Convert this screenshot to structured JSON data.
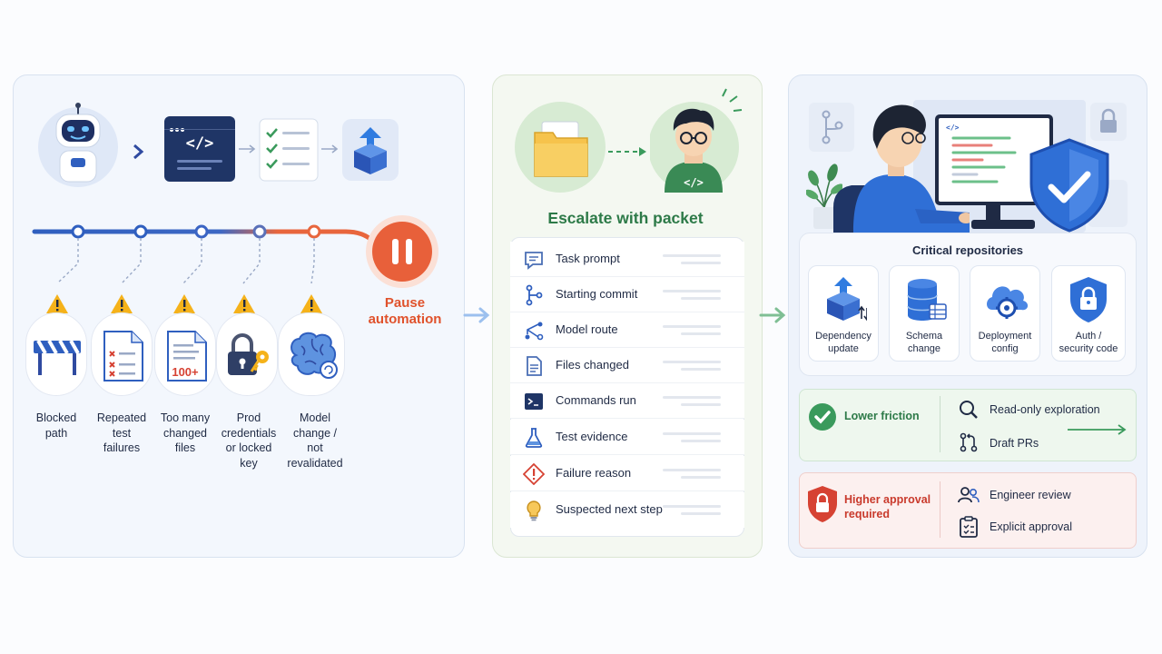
{
  "left_panel": {
    "triggers": [
      {
        "label_lines": [
          "Blocked",
          "path"
        ]
      },
      {
        "label_lines": [
          "Repeated",
          "test",
          "failures"
        ]
      },
      {
        "label_lines": [
          "Too many",
          "changed",
          "files"
        ],
        "badge": "100+"
      },
      {
        "label_lines": [
          "Prod",
          "credentials",
          "or locked",
          "key"
        ]
      },
      {
        "label_lines": [
          "Model",
          "change /",
          "not",
          "revalidated"
        ]
      }
    ],
    "pause_label_lines": [
      "Pause",
      "automation"
    ],
    "code_icon_text": "</>"
  },
  "middle_panel": {
    "title": "Escalate with packet",
    "code_icon_text": "</>",
    "checklist": [
      {
        "label": "Task prompt",
        "icon": "chat-icon"
      },
      {
        "label": "Starting commit",
        "icon": "commit-icon"
      },
      {
        "label": "Model route",
        "icon": "route-icon"
      },
      {
        "label": "Files changed",
        "icon": "file-icon"
      },
      {
        "label": "Commands run",
        "icon": "terminal-icon"
      },
      {
        "label": "Test evidence",
        "icon": "flask-icon"
      },
      {
        "label": "Failure reason",
        "icon": "warning-icon"
      },
      {
        "label": "Suspected next step",
        "icon": "lightbulb-icon"
      }
    ]
  },
  "right_panel": {
    "monitor_code_text": "</>",
    "critical_title": "Critical repositories",
    "repos": [
      {
        "label_lines": [
          "Dependency",
          "update"
        ],
        "icon": "package-icon"
      },
      {
        "label_lines": [
          "Schema",
          "change"
        ],
        "icon": "database-icon"
      },
      {
        "label_lines": [
          "Deployment",
          "config"
        ],
        "icon": "cloud-gear-icon"
      },
      {
        "label_lines": [
          "Auth /",
          "security code"
        ],
        "icon": "lock-shield-icon"
      }
    ],
    "lower_friction": {
      "label": "Lower friction",
      "items": [
        "Read-only exploration",
        "Draft PRs"
      ]
    },
    "higher_approval": {
      "label_lines": [
        "Higher approval",
        "required"
      ],
      "items": [
        "Engineer review",
        "Explicit approval"
      ]
    }
  },
  "colors": {
    "blue": "#2f5fbf",
    "orange": "#e8663d",
    "green": "#3a9a5c",
    "red": "#d64233",
    "warning": "#f5b21a"
  }
}
